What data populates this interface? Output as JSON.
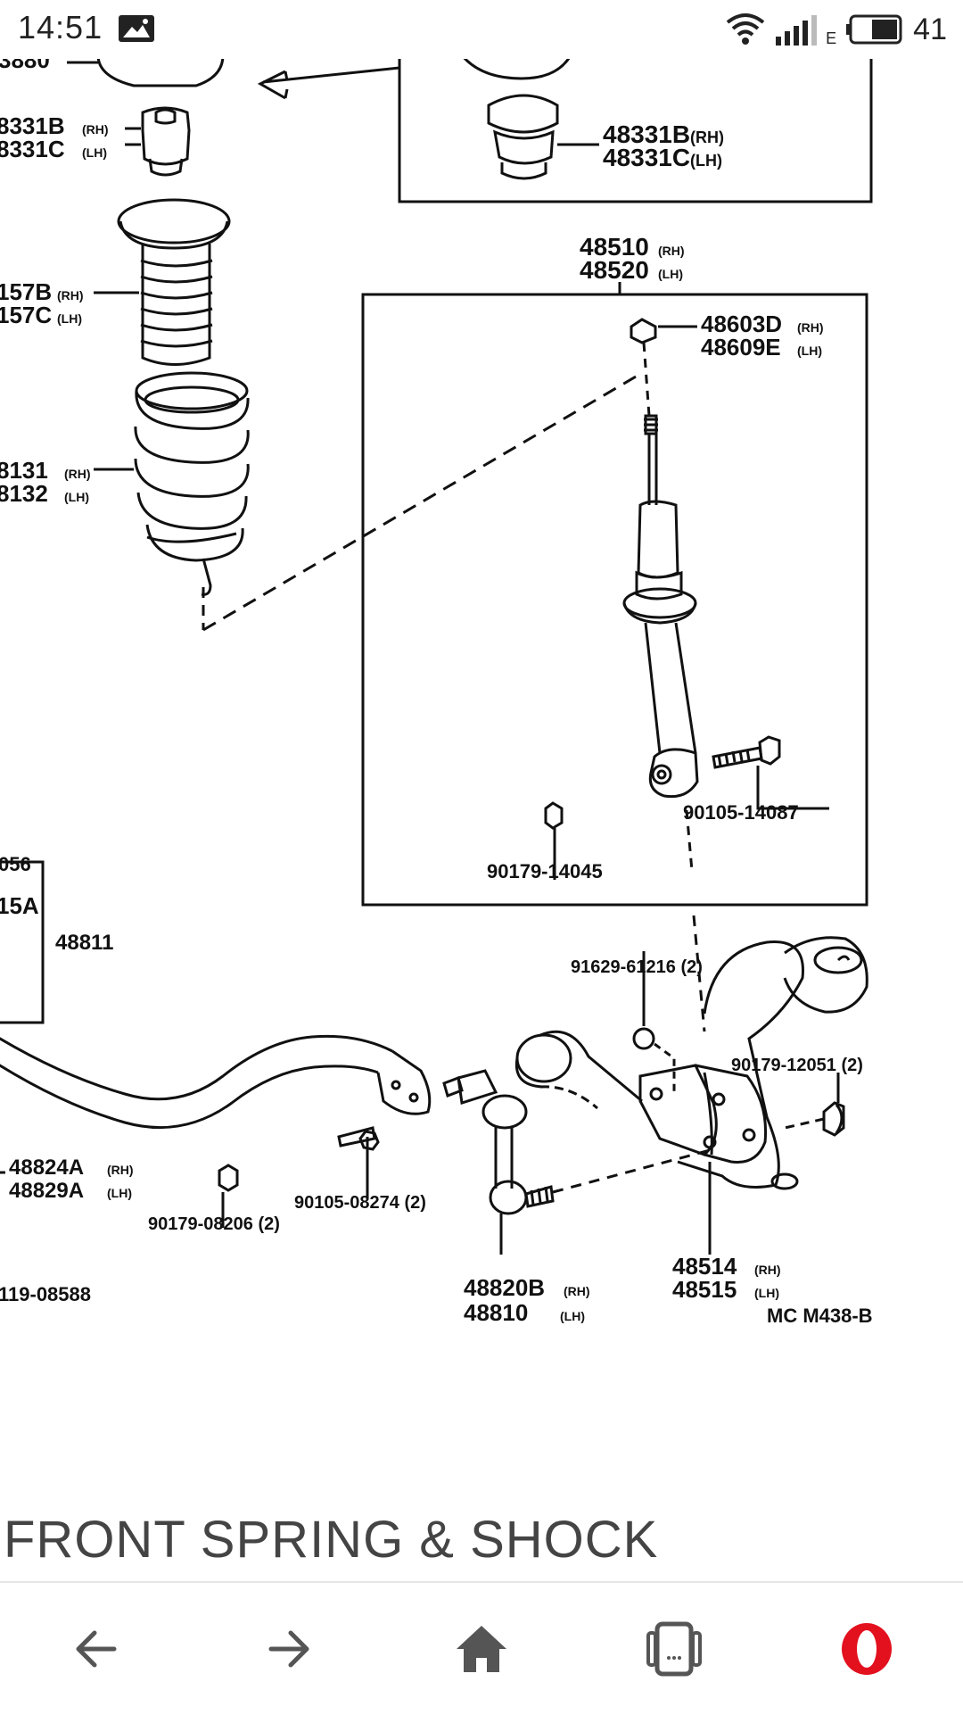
{
  "status_bar": {
    "time": "14:51",
    "network_type": "E",
    "battery": "41",
    "icons": [
      "image-notification-icon",
      "wifi-icon",
      "signal-icon",
      "battery-icon"
    ]
  },
  "diagram": {
    "labels": {
      "top_cut": "3880",
      "bumper_l_rh": "8331B",
      "bumper_l_lh": "8331C",
      "bumper_r_rh": "48331B",
      "bumper_r_lh": "48331C",
      "boot_rh": "157B",
      "boot_lh": "157C",
      "spring_rh": "8131",
      "spring_lh": "8132",
      "shock_rh": "48510",
      "shock_lh": "48520",
      "nut_top_rh": "48603D",
      "nut_top_lh": "48609E",
      "bolt_shock": "90105-14087",
      "nut_shock": "90179-14045",
      "left_056": "056",
      "left_15a": "15A",
      "stab_48811": "48811",
      "bolt_91629": "91629-61216 (2)",
      "nut_90179_12051": "90179-12051 (2)",
      "bracket_rh": "48824A",
      "bracket_lh": "48829A",
      "bolt_90105_08274": "90105-08274 (2)",
      "nut_90179_08206": "90179-08206 (2)",
      "arm_rh": "48514",
      "arm_lh": "48515",
      "left_119": "119-08588",
      "link_rh": "48820B",
      "link_lh": "48810",
      "ref_code": "MC M438-B",
      "rh": "(RH)",
      "lh": "(LH)"
    }
  },
  "page_caption": "FRONT SPRING & SHOCK",
  "nav_bar": {
    "items": [
      "back-arrow-icon",
      "forward-arrow-icon",
      "home-icon",
      "tabs-icon",
      "opera-icon"
    ],
    "accent": "#e3101e"
  }
}
